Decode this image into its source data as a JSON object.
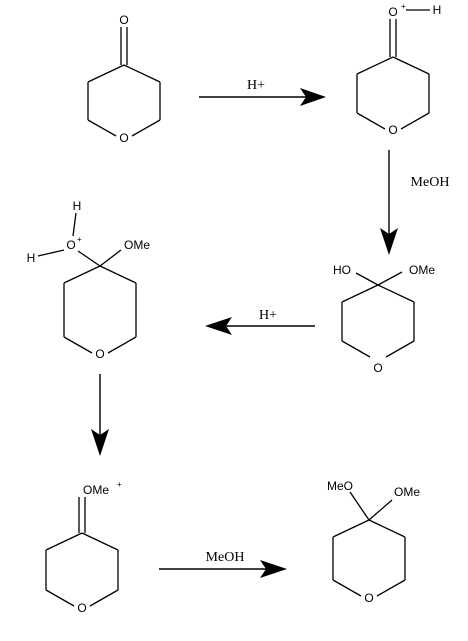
{
  "scheme": {
    "reagents": {
      "step1": "H+",
      "step2": "MeOH",
      "step3": "H+",
      "step5": "MeOH"
    },
    "atoms": {
      "o": "O",
      "ome": "OMe",
      "h": "H",
      "ho": "HO",
      "plus": "+",
      "meo": "MeO"
    }
  }
}
